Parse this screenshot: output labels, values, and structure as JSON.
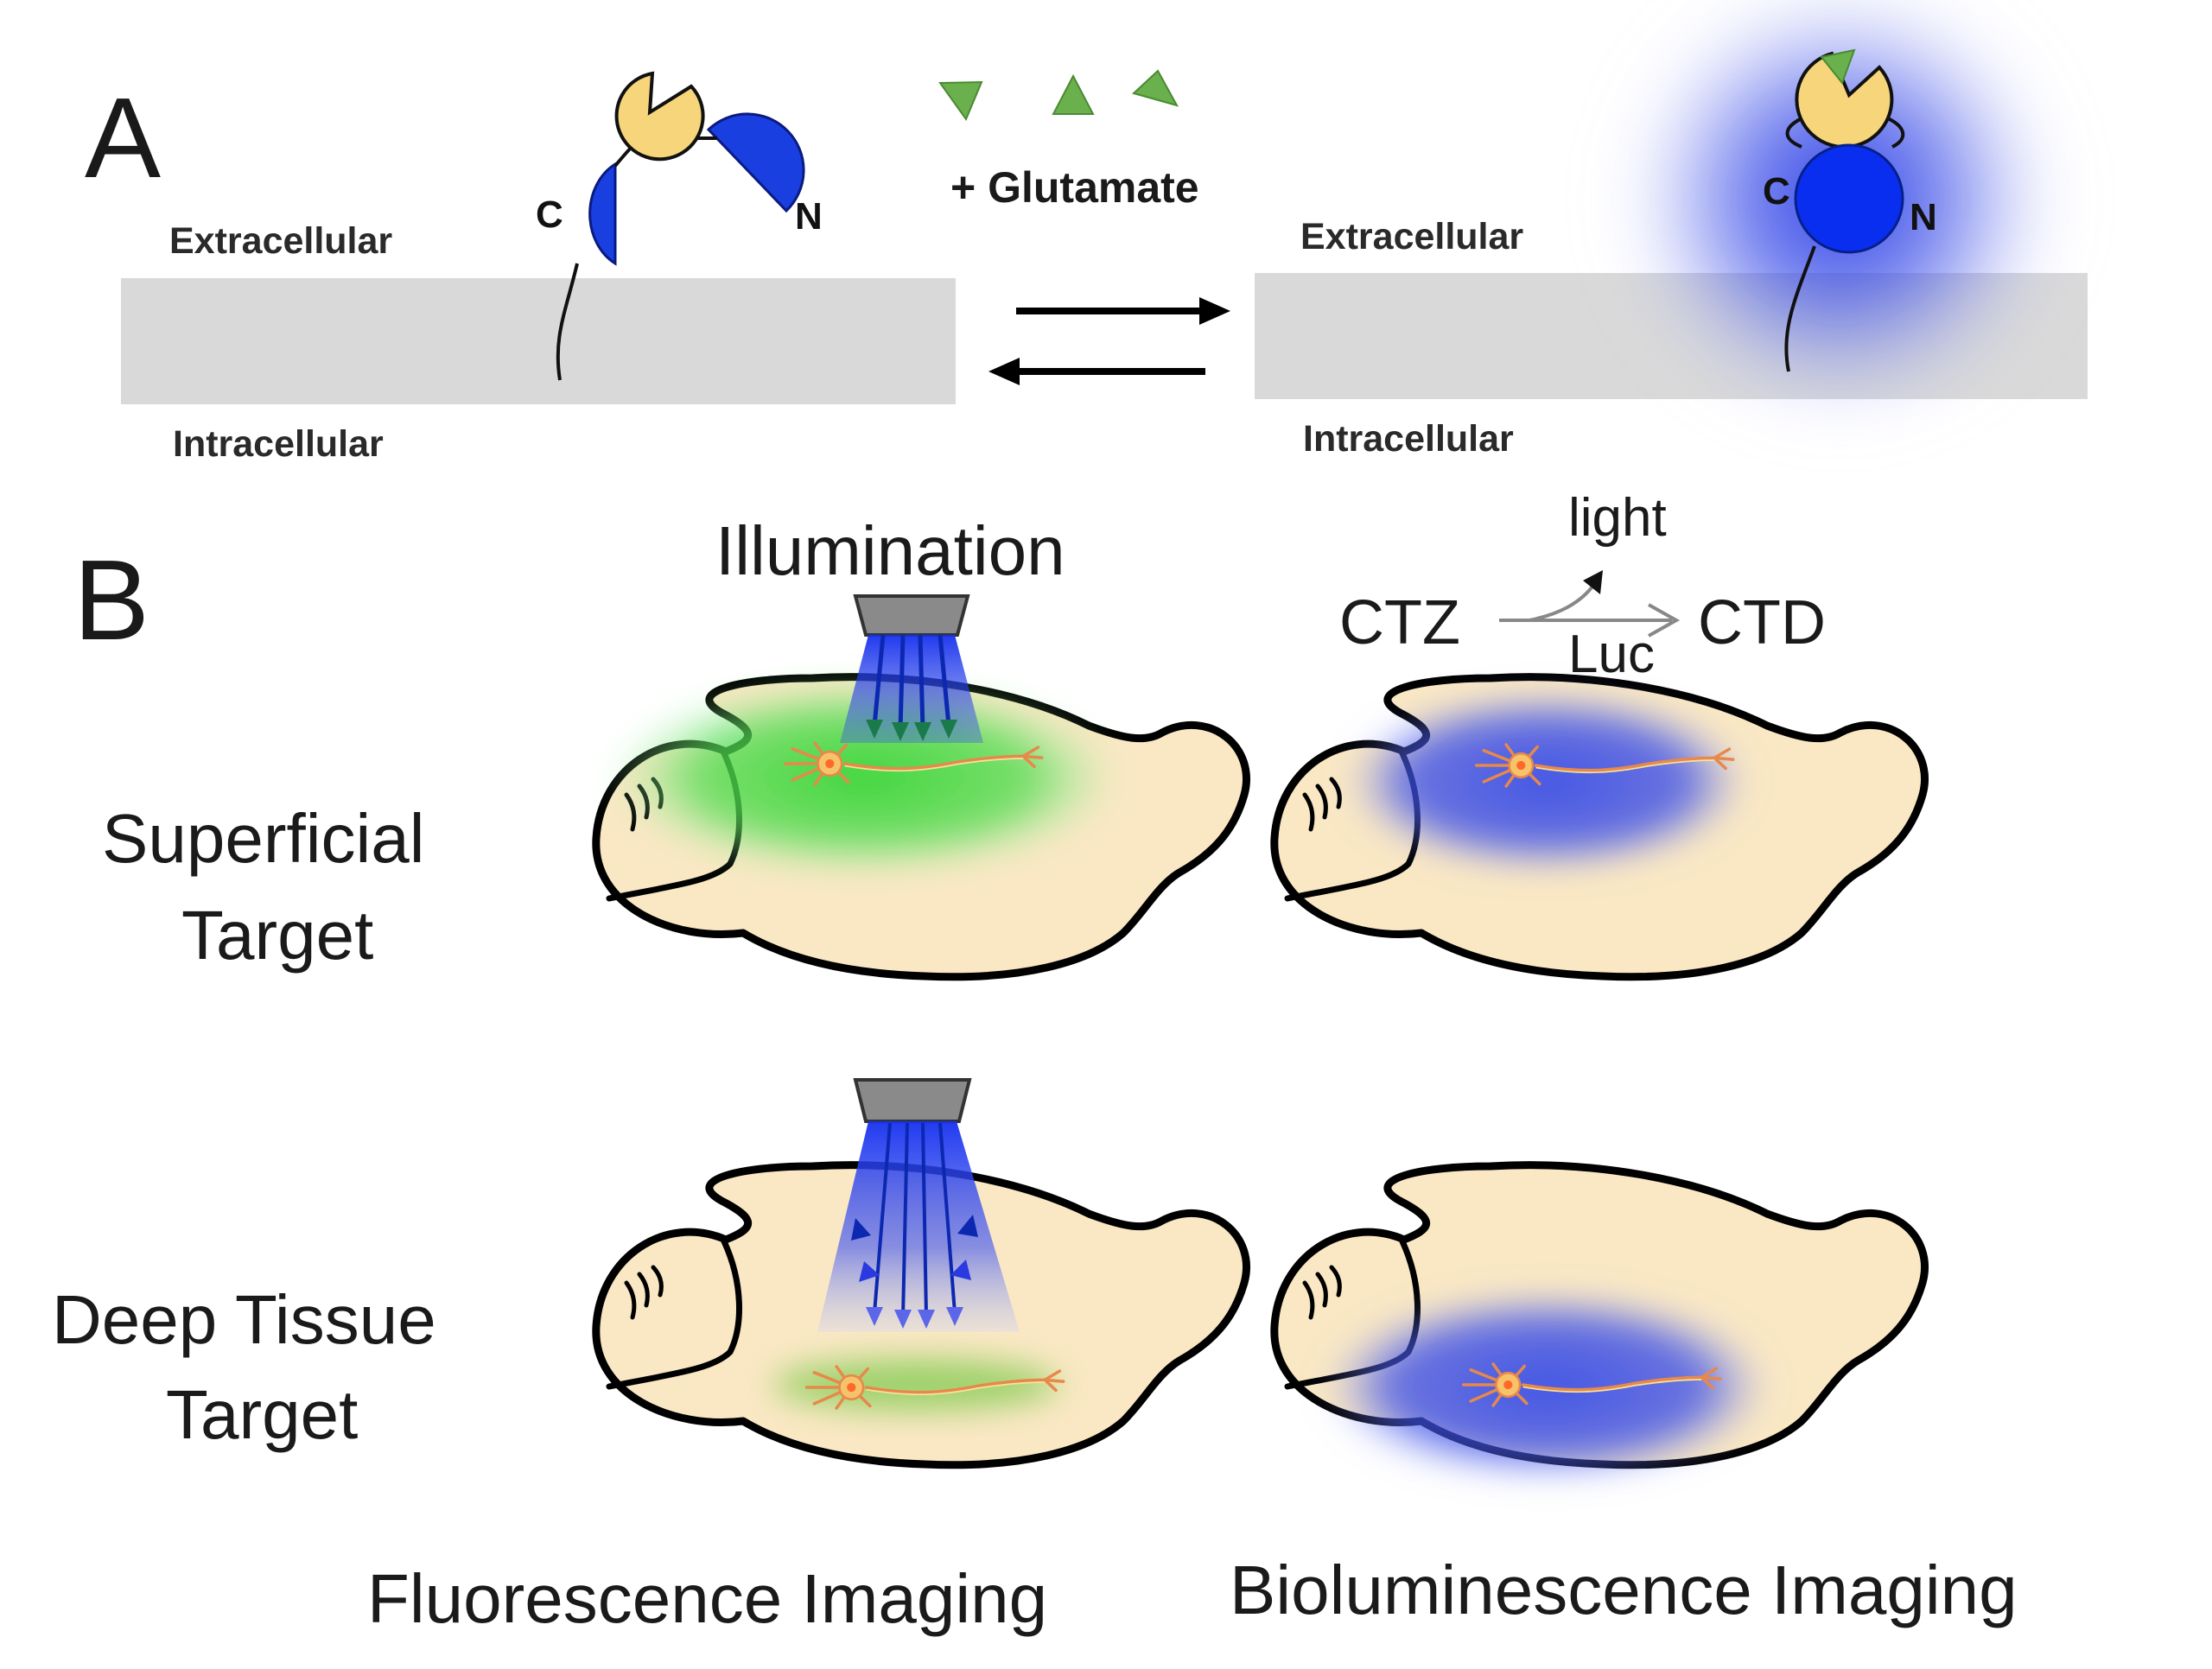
{
  "panel_a": {
    "label": "A",
    "extracellular_left": "Extracellular",
    "intracellular_left": "Intracellular",
    "extracellular_right": "Extracellular",
    "intracellular_right": "Intracellular",
    "terminal_c_left": "C",
    "terminal_n_left": "N",
    "terminal_c_right": "C",
    "terminal_n_right": "N",
    "ligand": "+ Glutamate"
  },
  "panel_b": {
    "label": "B",
    "illumination": "Illumination",
    "reaction": {
      "substrate": "CTZ",
      "product": "CTD",
      "emission": "light",
      "enzyme": "Luc"
    },
    "row_superficial": [
      "Superficial",
      "Target"
    ],
    "row_deep": [
      "Deep Tissue",
      "Target"
    ],
    "col_fluorescence": "Fluorescence Imaging",
    "col_bioluminescence": "Bioluminescence Imaging"
  },
  "colors": {
    "membrane": "#d9d9d9",
    "sensor_blue": "#1a3fe0",
    "binding_yellow": "#f7d57a",
    "glutamate_green": "#6ab04c",
    "brain_fill": "#fae8c4",
    "fluorescence_glow": "#3fdc3f",
    "bioluminescence_glow": "#3a4ee8",
    "illumination_beam": "#2238f0"
  }
}
